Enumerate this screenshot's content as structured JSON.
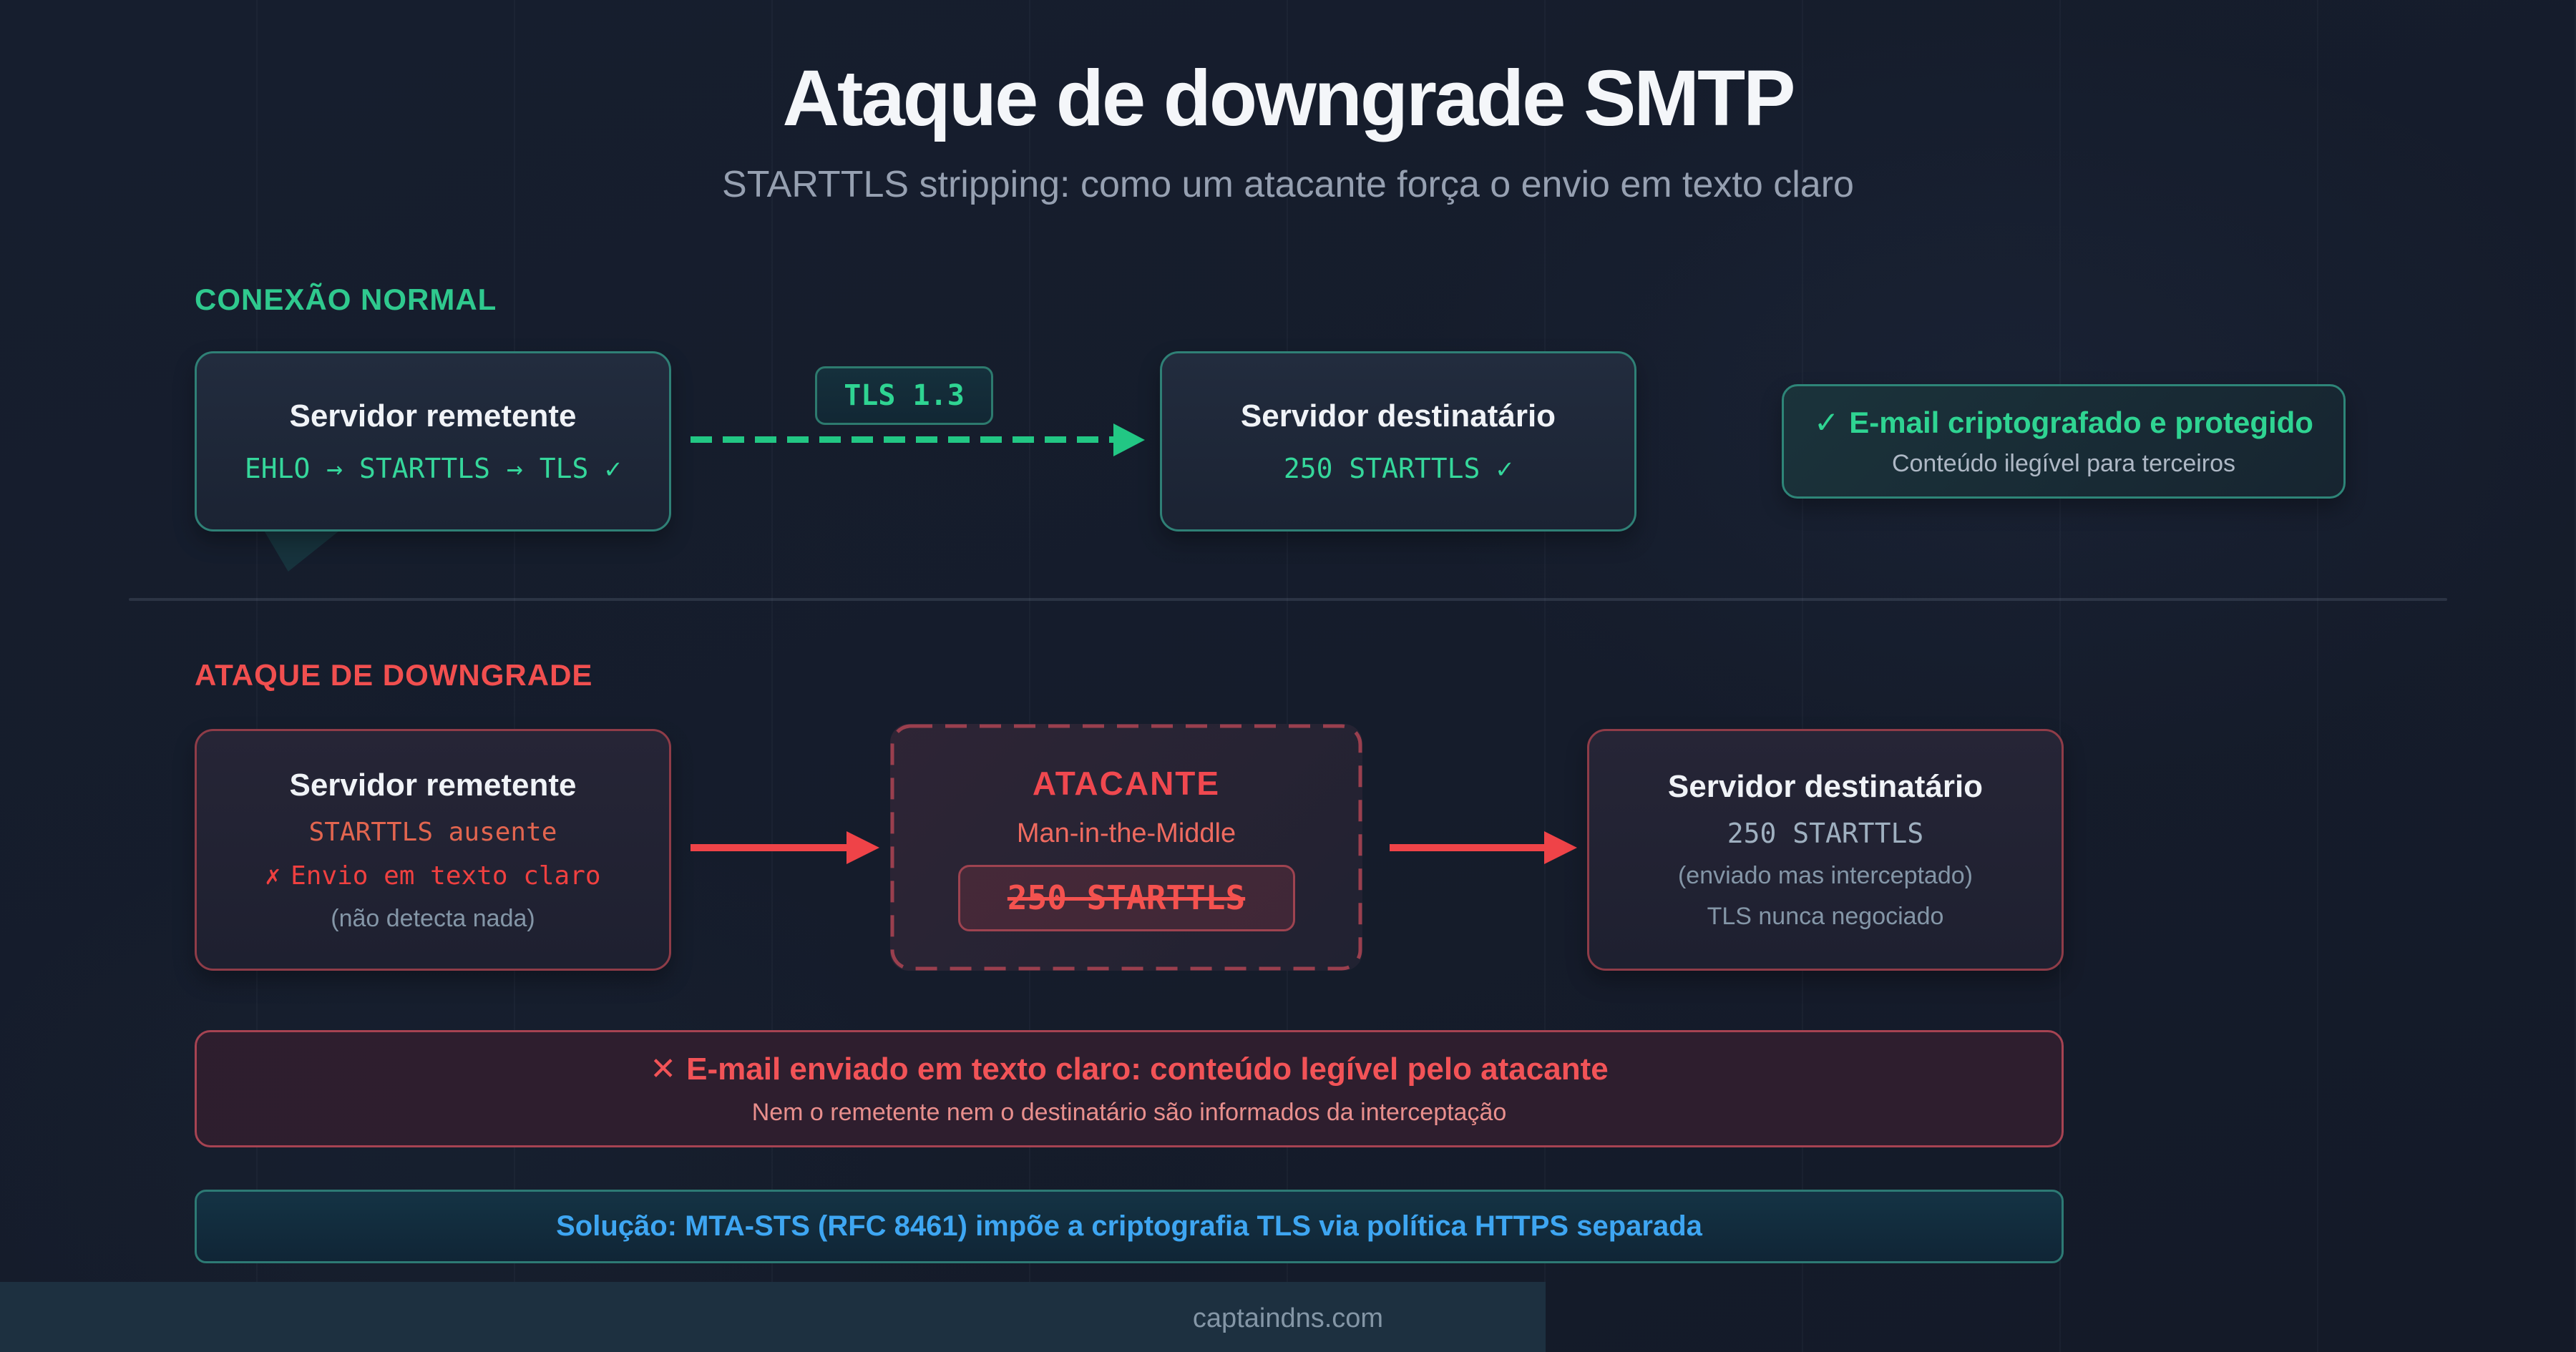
{
  "header": {
    "title": "Ataque de downgrade SMTP",
    "subtitle": "STARTTLS stripping: como um atacante força o envio em texto claro"
  },
  "sections": {
    "normal": {
      "label": "CONEXÃO NORMAL",
      "sender_title": "Servidor remetente",
      "sender_code": "EHLO → STARTTLS → TLS ✓",
      "tls_badge": "TLS 1.3",
      "receiver_title": "Servidor destinatário",
      "receiver_code": "250 STARTTLS ✓",
      "result_icon": "✓",
      "result_title": "E-mail criptografado e protegido",
      "result_subtitle": "Conteúdo ilegível para terceiros"
    },
    "attack": {
      "label": "ATAQUE DE DOWNGRADE",
      "sender_title": "Servidor remetente",
      "sender_line1": "STARTTLS ausente",
      "sender_line2_icon": "✗",
      "sender_line2": "Envio em texto claro",
      "sender_note": "(não detecta nada)",
      "attacker_title": "ATACANTE",
      "attacker_subtitle": "Man-in-the-Middle",
      "attacker_chip": "250 STARTTLS",
      "receiver_title": "Servidor destinatário",
      "receiver_code": "250 STARTTLS",
      "receiver_note1": "(enviado mas interceptado)",
      "receiver_note2": "TLS nunca negociado",
      "warning_icon": "✕",
      "warning_title": "E-mail enviado em texto claro: conteúdo legível pelo atacante",
      "warning_subtitle": "Nem o remetente nem o destinatário são informados da interceptação",
      "solution": "Solução: MTA-STS (RFC 8461) impõe a criptografia TLS via política HTTPS separada"
    }
  },
  "footer": {
    "text": "captaindns.com"
  },
  "colors": {
    "background": "#151c2b",
    "green": "#2fd492",
    "green_arrow": "#22c784",
    "teal_border": "#2f8076",
    "red": "#f14f4f",
    "red_arrow": "#ef4348",
    "red_border": "#8f3c48",
    "blue": "#3ea6f2",
    "gray_text": "#96a0b1"
  }
}
